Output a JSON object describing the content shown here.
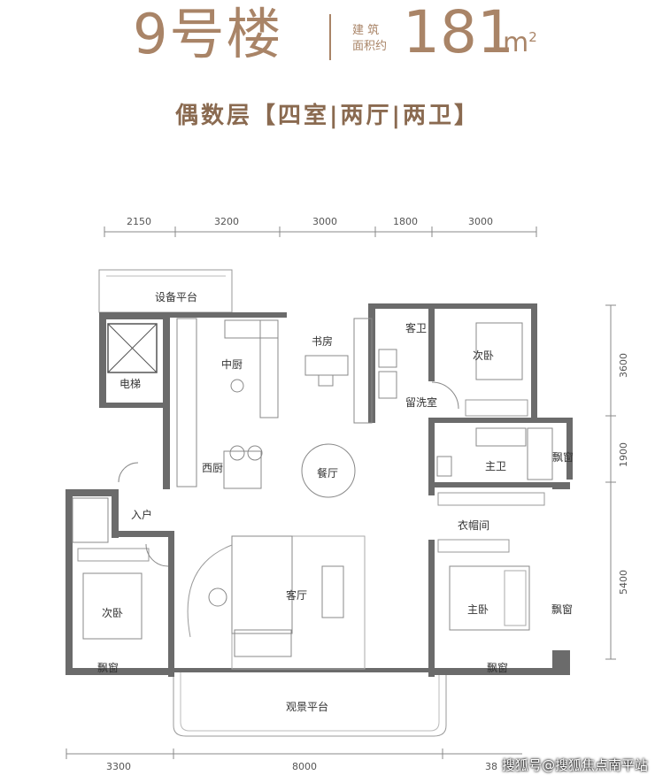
{
  "header": {
    "building": "9号楼",
    "area_label_line1": "建 筑",
    "area_label_line2": "面积约",
    "area_value": "181",
    "area_unit": "m",
    "area_unit_sup": "2",
    "subtitle": "偶数层【四室|两厅|两卫】"
  },
  "rooms": {
    "equipment": "设备平台",
    "elevator": "电梯",
    "chinese_kitchen": "中厨",
    "study": "书房",
    "guest_bath": "客卫",
    "bedroom_ne": "次卧",
    "laundry": "留洗室",
    "western_kitchen": "西厨",
    "dining": "餐厅",
    "master_bath": "主卫",
    "bay_window_1": "飘窗",
    "entrance": "入户",
    "closet": "衣帽间",
    "living": "客厅",
    "bedroom_sw": "次卧",
    "master_bedroom": "主卧",
    "bay_window_2": "飘窗",
    "bay_window_3": "飘窗",
    "bay_window_4": "飘窗",
    "balcony": "观景平台"
  },
  "dimensions": {
    "top": [
      "2150",
      "3200",
      "3000",
      "1800",
      "3000"
    ],
    "right": [
      "3600",
      "1900",
      "5400"
    ],
    "bottom": [
      "3300",
      "8000",
      "38"
    ]
  },
  "watermark": "搜狐号@搜狐焦点南平站",
  "colors": {
    "accent": "#a98467",
    "wall": "#6b6b6b",
    "subtitle": "#8a6a50"
  }
}
